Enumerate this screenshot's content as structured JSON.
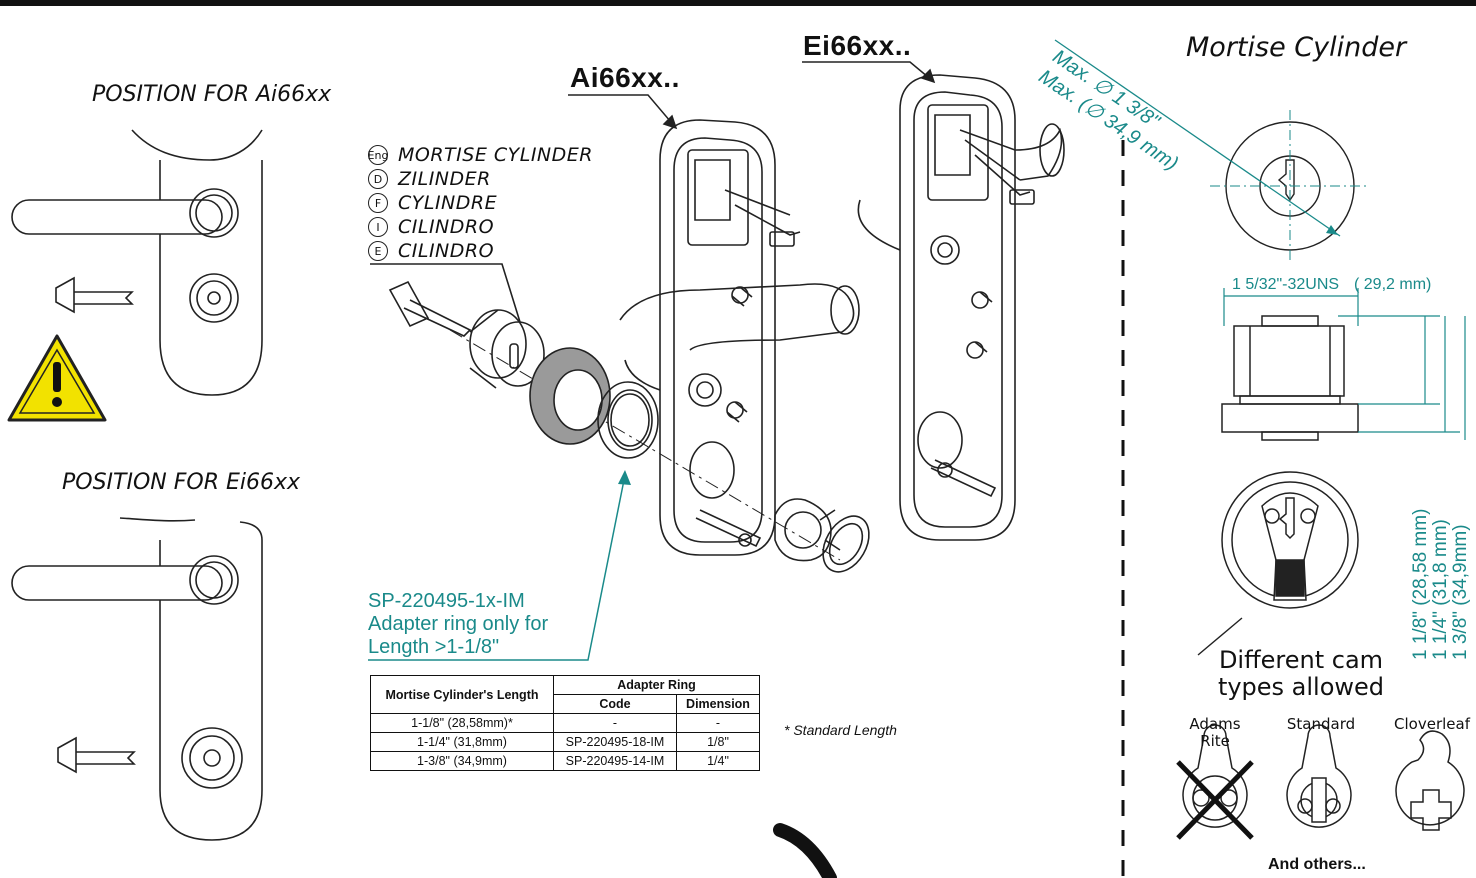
{
  "header": {
    "strip_left": "",
    "strip_right": ""
  },
  "left": {
    "position_a": "POSITION FOR Ai66xx",
    "position_e": "POSITION FOR Ei66xx"
  },
  "models": {
    "a": "Ai66xx..",
    "e": "Ei66xx.."
  },
  "languages": [
    {
      "code": "Eng",
      "text": "MORTISE CYLINDER"
    },
    {
      "code": "D",
      "text": "ZILINDER"
    },
    {
      "code": "F",
      "text": "CYLINDRE"
    },
    {
      "code": "I",
      "text": "CILINDRO"
    },
    {
      "code": "E",
      "text": "CILINDRO"
    }
  ],
  "adapter_note": {
    "line1": "SP-220495-1x-IM",
    "line2": "Adapter ring only for",
    "line3": "Length >1-1/8\""
  },
  "table": {
    "col1_header": "Mortise Cylinder's Length",
    "group_header": "Adapter Ring",
    "sub_code": "Code",
    "sub_dim": "Dimension",
    "rows": [
      {
        "length": "1-1/8\" (28,58mm)*",
        "code": "-",
        "dim": "-"
      },
      {
        "length": "1-1/4\" (31,8mm)",
        "code": "SP-220495-18-IM",
        "dim": "1/8\""
      },
      {
        "length": "1-3/8\" (34,9mm)",
        "code": "SP-220495-14-IM",
        "dim": "1/4\""
      }
    ],
    "footnote": "* Standard Length"
  },
  "cylinder": {
    "title": "Mortise Cylinder",
    "max_in": "Max. ∅ 1 3/8\"",
    "max_mm": "Max. (∅ 34,9 mm)",
    "thread": "1 5/32\"-32UNS",
    "thread_mm": "( 29,2 mm)",
    "len1": "1 1/8\"  (28,58 mm)",
    "len2": "1 1/4\"  (31,8 mm)",
    "len3": "1 3/8\"  (34,9mm)",
    "cam_note_1": "Different cam",
    "cam_note_2": "types allowed",
    "cam_adams_1": "Adams",
    "cam_adams_2": "Rite",
    "cam_standard": "Standard",
    "cam_cloverleaf": "Cloverleaf",
    "others": "And others..."
  },
  "colors": {
    "teal": "#1a8a8a",
    "warning": "#f2e200",
    "ring_gray": "#9a9a9a"
  }
}
